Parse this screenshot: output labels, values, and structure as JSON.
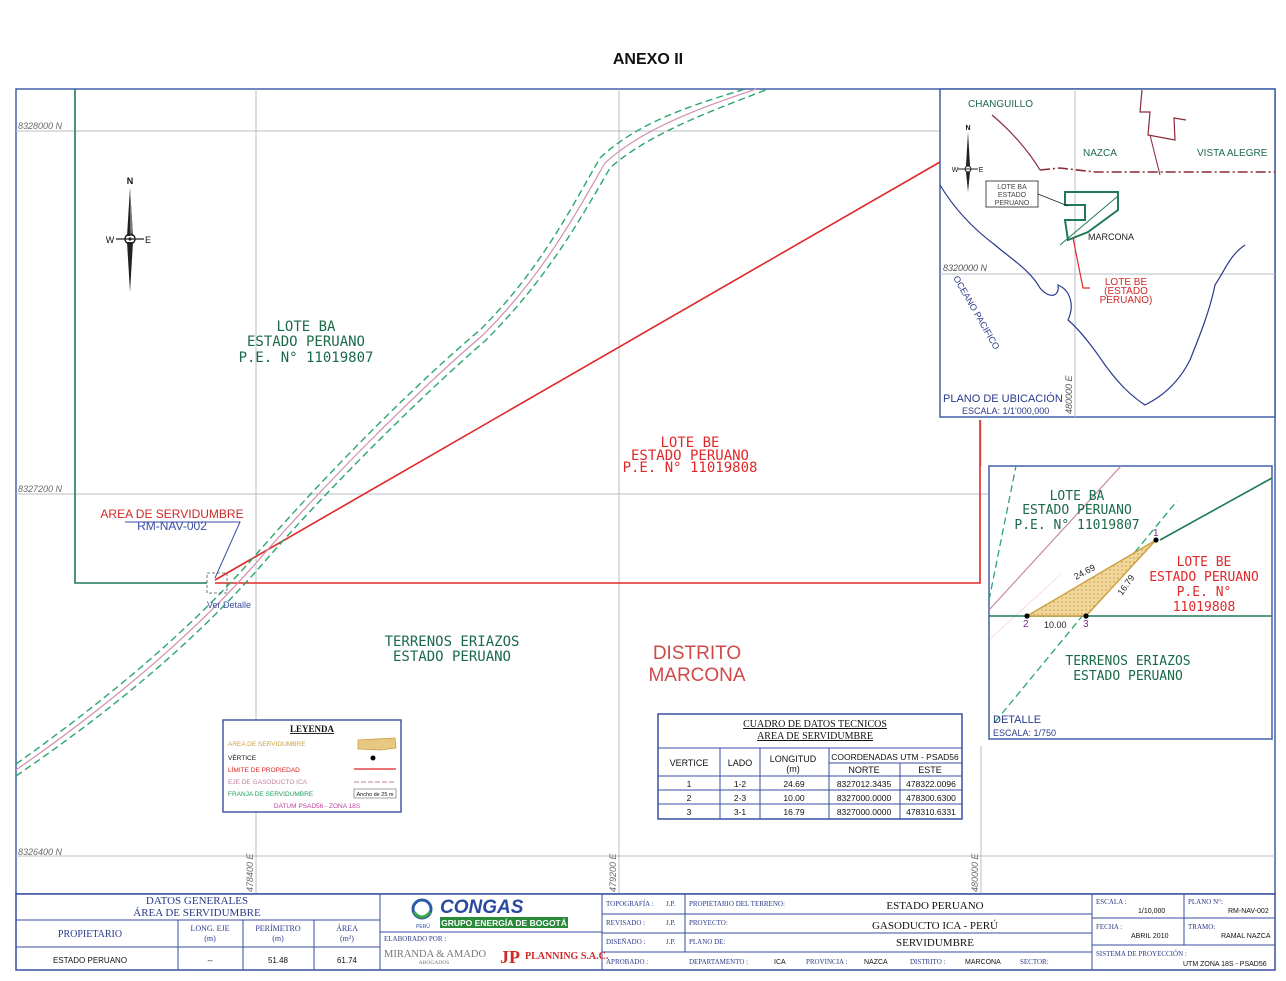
{
  "title": "ANEXO II",
  "grid": {
    "north_labels": [
      "8328000 N",
      "8327200 N",
      "8326400 N"
    ],
    "east_labels": [
      "478400 E",
      "479200 E",
      "480000 E"
    ]
  },
  "compass": {
    "n": "N",
    "w": "W",
    "e": "E"
  },
  "lote_ba": {
    "line1": "LOTE BA",
    "line2": "ESTADO PERUANO",
    "line3": "P.E. N° 11019807"
  },
  "lote_be": {
    "line1": "LOTE BE",
    "line2": "ESTADO PERUANO",
    "line3": "P.E.    N° 11019808"
  },
  "servidumbre_label": {
    "line1": "AREA DE SERVIDUMBRE",
    "line2": "RM-NAV-002"
  },
  "ver_detalle": "Ver Detalle",
  "terrenos": {
    "line1": "TERRENOS ERIAZOS",
    "line2": "ESTADO PERUANO"
  },
  "distrito": {
    "line1": "DISTRITO",
    "line2": "MARCONA"
  },
  "location_map": {
    "changuillo": "CHANGUILLO",
    "nazca": "NAZCA",
    "vista_alegre": "VISTA ALEGRE",
    "lote_ba_box": [
      "LOTE BA",
      "ESTADO",
      "PERUANO"
    ],
    "marcona": "MARCONA",
    "north_label": "8320000 N",
    "east_label": "480000 E",
    "oceano": "OCEANO PACIFICO",
    "lote_be": [
      "LOTE BE",
      "(ESTADO",
      "PERUANO)"
    ],
    "title": "PLANO DE UBICACIÓN",
    "scale": "ESCALA: 1/1'000,000",
    "compass": {
      "n": "N",
      "w": "W",
      "e": "E"
    }
  },
  "detail_map": {
    "lote_ba": [
      "LOTE BA",
      "ESTADO PERUANO",
      "P.E. N° 11019807"
    ],
    "lote_be": [
      "LOTE BE",
      "ESTADO PERUANO",
      "P.E. N°",
      "11019808"
    ],
    "terrenos": [
      "TERRENOS ERIAZOS",
      "ESTADO PERUANO"
    ],
    "side_1_2": "24.69",
    "side_2_3": "10.00",
    "side_3_1": "16.79",
    "vertex_1": "1",
    "vertex_2": "2",
    "vertex_3": "3",
    "title": "DETALLE",
    "scale": "ESCALA: 1/750"
  },
  "legend": {
    "title": "LEYENDA",
    "items": [
      {
        "label": "AREA DE SERVIDUMBRE",
        "color": "#c9a040"
      },
      {
        "label": "VÉRTICE",
        "color": "#000000"
      },
      {
        "label": "LÍMITE DE PROPIEDAD",
        "color": "#e02020"
      },
      {
        "label": "EJE DE GASODUCTO ICA",
        "color": "#c080a0"
      },
      {
        "label": "FRANJA DE SERVIDUMBRE",
        "color": "#20a060"
      }
    ],
    "ancho": "Ancho de 25 m",
    "datum": "DATUM PSAD56 - ZONA 18S"
  },
  "tech_table": {
    "title1": "CUADRO DE DATOS TECNICOS",
    "title2": "AREA DE SERVIDUMBRE",
    "headers": {
      "vertice": "VERTICE",
      "lado": "LADO",
      "longitud": "LONGITUD",
      "longitud_unit": "(m)",
      "coord": "COORDENADAS UTM - PSAD56",
      "norte": "NORTE",
      "este": "ESTE"
    },
    "rows": [
      [
        "1",
        "1-2",
        "24.69",
        "8327012.3435",
        "478322.0096"
      ],
      [
        "2",
        "2-3",
        "10.00",
        "8327000.0000",
        "478300.6300"
      ],
      [
        "3",
        "3-1",
        "16.79",
        "8327000.0000",
        "478310.6331"
      ]
    ]
  },
  "title_block": {
    "datos_title1": "DATOS GENERALES",
    "datos_title2": "ÁREA DE SERVIDUMBRE",
    "propietario_h": "PROPIETARIO",
    "long_h1": "LONG. EJE",
    "long_h2": "(m)",
    "perim_h1": "PERÍMETRO",
    "perim_h2": "(m)",
    "area_h1": "ÁREA",
    "area_h2": "(m²)",
    "propietario_v": "ESTADO PERUANO",
    "long_v": "--",
    "perim_v": "51.48",
    "area_v": "61.74",
    "congas": "CONGAS",
    "peru": "PERÚ",
    "grupo": "GRUPO ENERGÍA DE BOGOTÁ",
    "elaborado": "ELABORADO POR :",
    "miranda": "MIRANDA & AMADO",
    "abogados": "ABOGADOS",
    "jp": "JP",
    "planning": "PLANNING S.A.C.",
    "topografia_l": "TOPOGRAFÍA :",
    "topografia_v": "J.P.",
    "revisado_l": "REVISADO :",
    "revisado_v": "J.P.",
    "disenado_l": "DISEÑADO :",
    "disenado_v": "J.P.",
    "aprobado_l": "APROBADO :",
    "prop_terreno_l": "PROPIETARIO DEL TERRENO:",
    "prop_terreno_v": "ESTADO PERUANO",
    "proyecto_l": "PROYECTO:",
    "proyecto_v": "GASODUCTO ICA - PERÚ",
    "plano_de_l": "PLANO DE:",
    "plano_de_v": "SERVIDUMBRE",
    "depto_l": "DEPARTAMENTO :",
    "depto_v": "ICA",
    "prov_l": "PROVINCIA :",
    "prov_v": "NAZCA",
    "distrito_l": "DISTRITO :",
    "distrito_v": "MARCONA",
    "sector_l": "SECTOR:",
    "escala_l": "ESCALA :",
    "escala_v": "1/10,000",
    "plano_n_l": "PLANO N°:",
    "plano_n_v": "RM-NAV-002",
    "fecha_l": "FECHA :",
    "fecha_v": "ABRIL 2010",
    "tramo_l": "TRAMO:",
    "tramo_v": "RAMAL NAZCA",
    "sistema_l": "SISTEMA DE PROYECCIÓN :",
    "sistema_v": "UTM ZONA 18S - PSAD56"
  }
}
